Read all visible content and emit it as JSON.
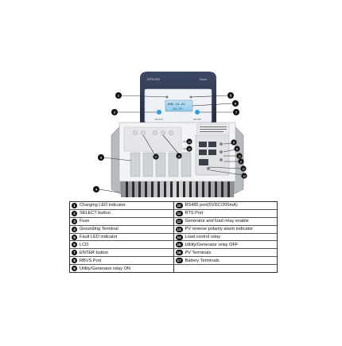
{
  "device": {
    "brand_label": "EPEVER",
    "model_label": "Tracer"
  },
  "lcd_screen": {
    "line1": "68% 13.2V",
    "line2": "14.7V"
  },
  "button_labels": {
    "select": "SELECT",
    "enter": "ENTER"
  },
  "callouts": [
    "1",
    "2",
    "3",
    "4",
    "5",
    "6",
    "7",
    "8",
    "9",
    "10",
    "11",
    "12",
    "13",
    "14",
    "15",
    "16",
    "17"
  ],
  "legend": {
    "left": [
      {
        "n": "1",
        "text": "Charging LED indicator"
      },
      {
        "n": "2",
        "text": "SELECT button"
      },
      {
        "n": "3",
        "text": "Fuse"
      },
      {
        "n": "4",
        "text": "Grounding Terminal"
      },
      {
        "n": "5",
        "text": "Fault LED indicator"
      },
      {
        "n": "6",
        "text": "LCD"
      },
      {
        "n": "7",
        "text": "ENTER button"
      },
      {
        "n": "8",
        "text": "RBVS Port"
      },
      {
        "n": "9",
        "text": "Utility/Generator relay ON"
      }
    ],
    "right": [
      {
        "n": "10",
        "text": "RS485 port(5VDC/200mA)"
      },
      {
        "n": "11",
        "text": "RTS Port"
      },
      {
        "n": "12",
        "text": "Generator and load relay enable"
      },
      {
        "n": "13",
        "text": "PV reverse polarity alarm indicator"
      },
      {
        "n": "14",
        "text": "Load control relay"
      },
      {
        "n": "15",
        "text": "Utility/Generator relay OFF"
      },
      {
        "n": "16",
        "text": "PV Terminals"
      },
      {
        "n": "17",
        "text": "Battery Terminals"
      }
    ]
  }
}
